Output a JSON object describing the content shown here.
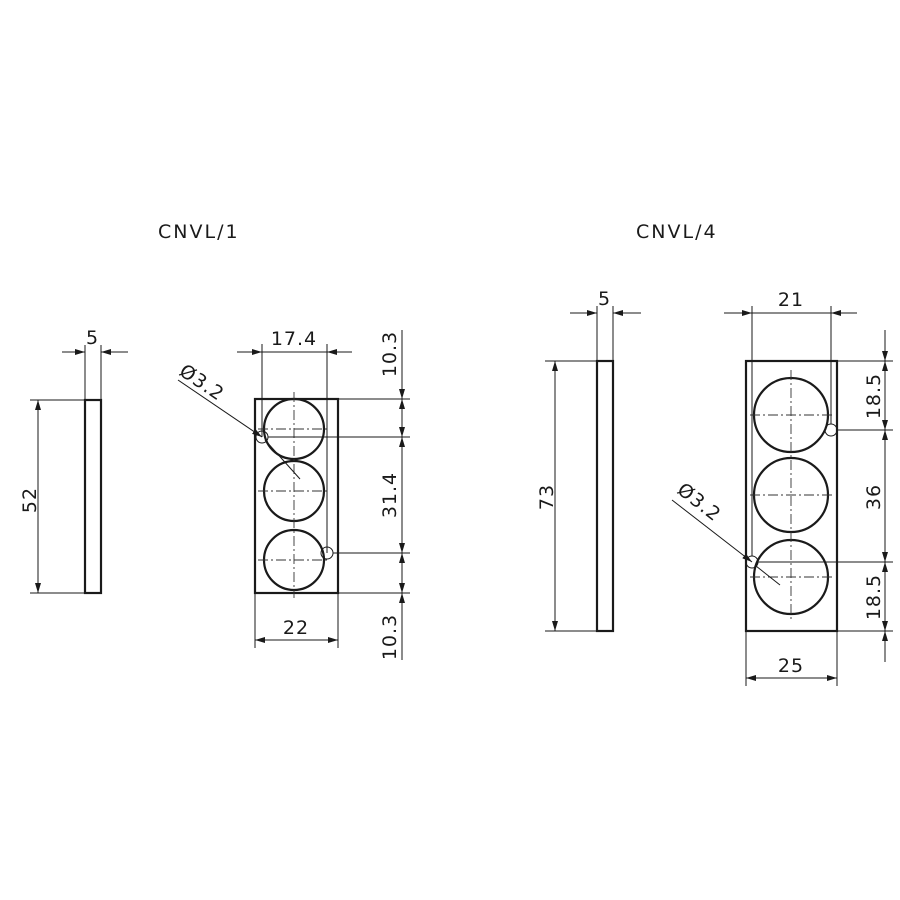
{
  "titles": {
    "left": "CNVL/1",
    "right": "CNVL/4"
  },
  "cnvl1": {
    "side_thickness": "5",
    "side_height": "52",
    "hole_pitch_width": "17.4",
    "hole_diameter": "Ø3.2",
    "plate_width": "22",
    "margin_top": "10.3",
    "hole_spacing": "31.4",
    "margin_bottom": "10.3"
  },
  "cnvl4": {
    "side_thickness": "5",
    "side_height": "73",
    "hole_pitch_width": "21",
    "hole_diameter": "Ø3.2",
    "plate_width": "25",
    "margin_top": "18.5",
    "hole_spacing": "36",
    "margin_bottom": "18.5"
  }
}
